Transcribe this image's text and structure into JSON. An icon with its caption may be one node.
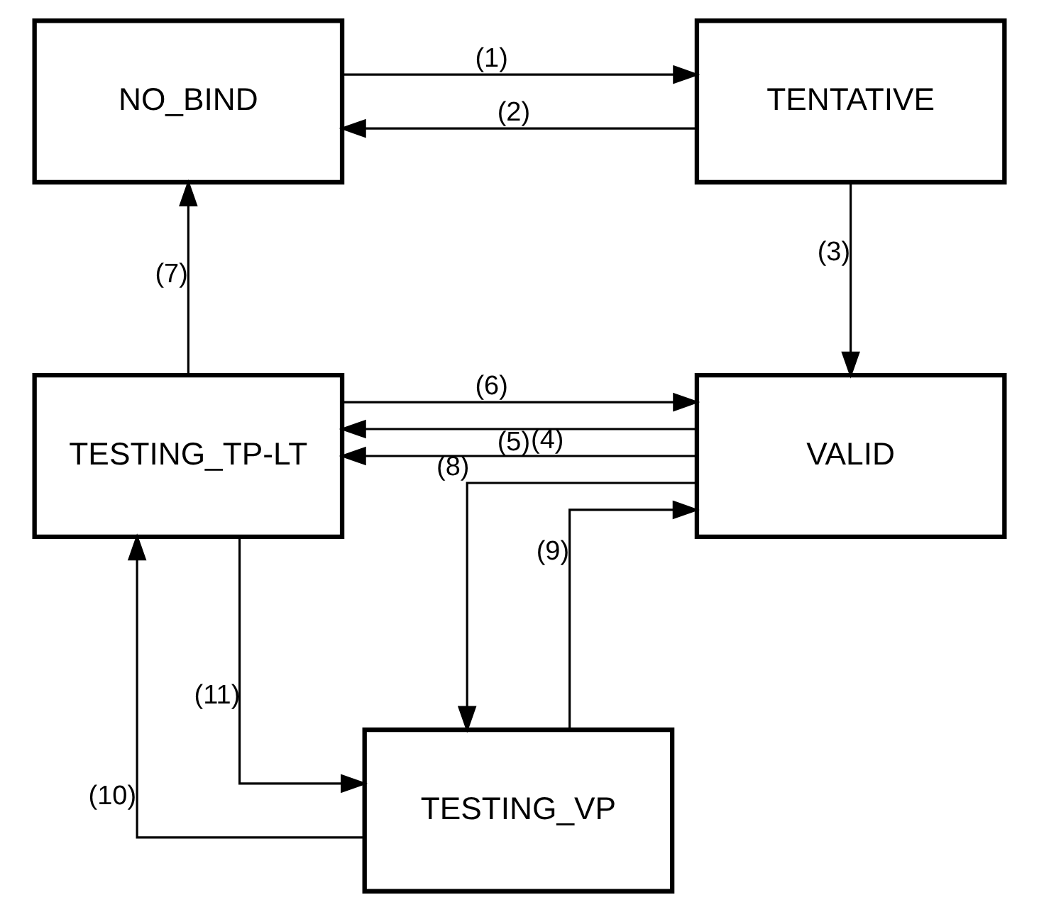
{
  "diagram": {
    "nodes": [
      {
        "text": [
          "NO_BIND"
        ]
      },
      {
        "text": [
          "TENTATIVE"
        ]
      },
      {
        "text": [
          "TESTING_TP-LT"
        ]
      },
      {
        "text": [
          "VALID"
        ]
      },
      {
        "text": [
          "TESTING_VP"
        ]
      }
    ],
    "edges": [
      {
        "from": 0,
        "to": 1,
        "arrow": "to",
        "label": "(1)"
      },
      {
        "from": 1,
        "to": 0,
        "arrow": "to",
        "label": "(2)"
      },
      {
        "from": 2,
        "to": 0,
        "arrow": "to",
        "label": "(7)"
      },
      {
        "from": 1,
        "to": 3,
        "arrow": "to",
        "label": "(3)"
      },
      {
        "from": 2,
        "to": 3,
        "arrow": "to",
        "label": "(6)"
      },
      {
        "from": 3,
        "to": 2,
        "arrow": "to",
        "label": "(5)"
      },
      {
        "from": 3,
        "to": 2,
        "arrow": "to",
        "label": "(4)"
      },
      {
        "from": 2,
        "to": 4,
        "arrow": "to",
        "label": "(11)"
      },
      {
        "from": 3,
        "to": 4,
        "arrow": "to",
        "label": "(8)"
      },
      {
        "from": 4,
        "to": 3,
        "arrow": "to",
        "label": "(9)"
      },
      {
        "from": 4,
        "to": 2,
        "arrow": "to",
        "label": "(10)"
      }
    ]
  }
}
